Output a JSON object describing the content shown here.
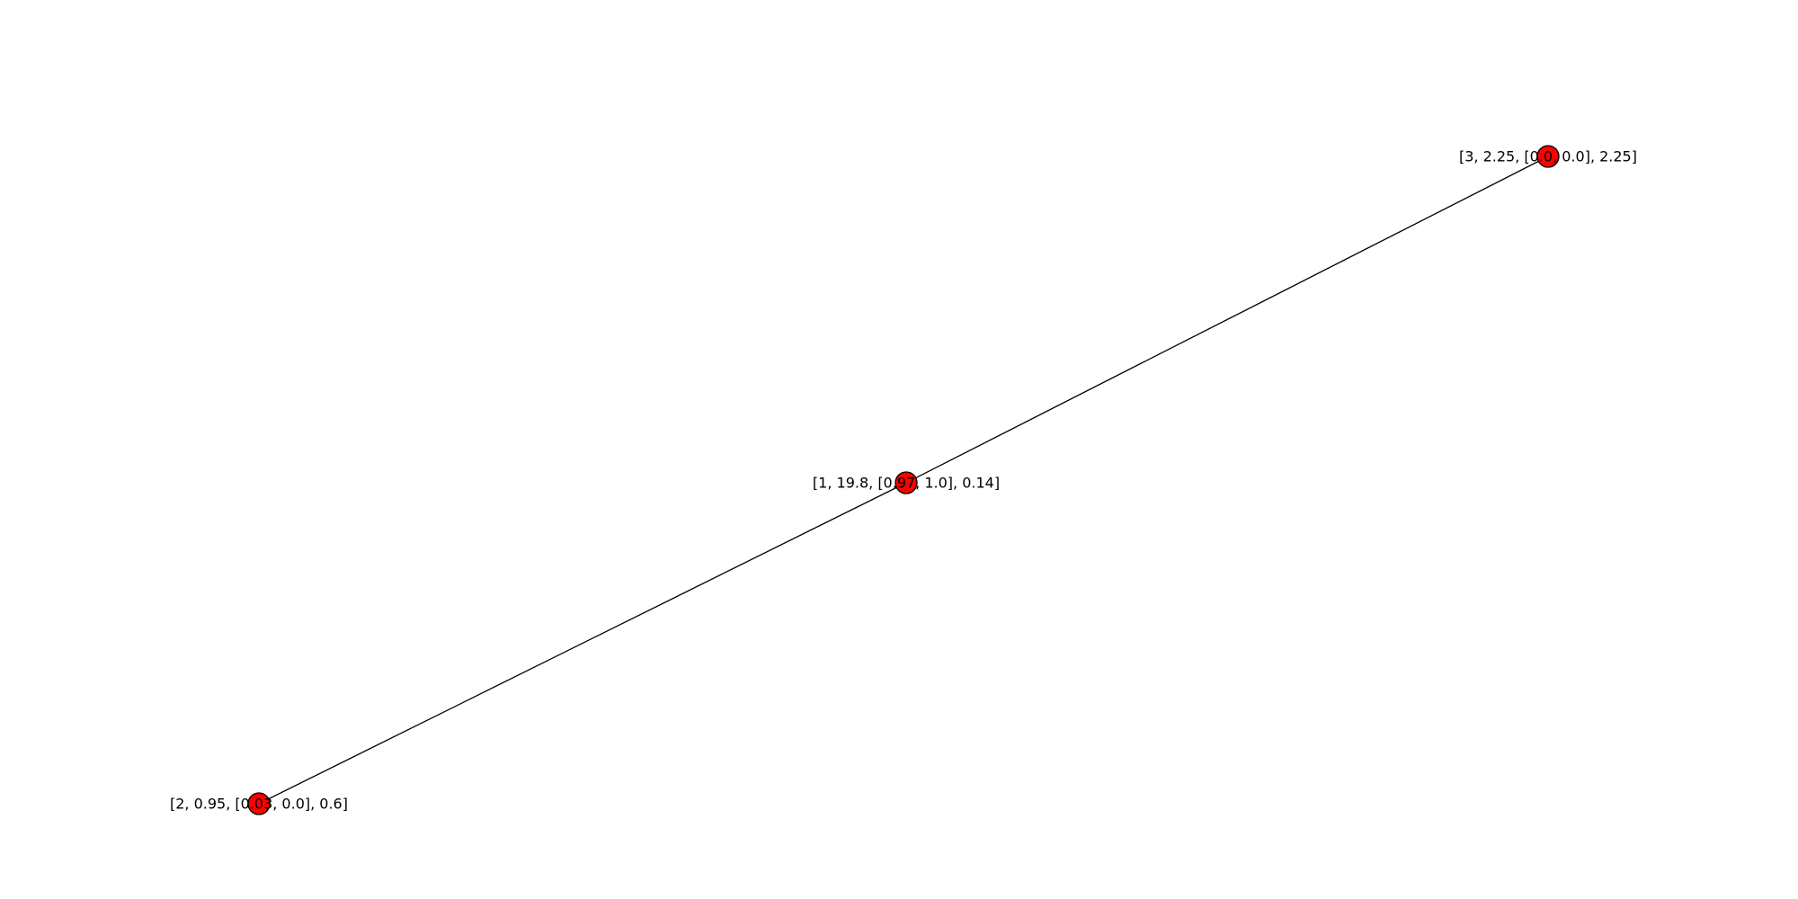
{
  "graph": {
    "node_color": "#ff0000",
    "edge_color": "#000000",
    "nodes": [
      {
        "id": "node-1",
        "label": "[1, 19.8, [0.97, 1.0], 0.14]"
      },
      {
        "id": "node-2",
        "label": "[2, 0.95, [0.03, 0.0], 0.6]"
      },
      {
        "id": "node-3",
        "label": "[3, 2.25, [0.0, 0.0], 2.25]"
      }
    ],
    "edges": [
      {
        "source": "node-1",
        "target": "node-2"
      },
      {
        "source": "node-1",
        "target": "node-3"
      }
    ]
  }
}
